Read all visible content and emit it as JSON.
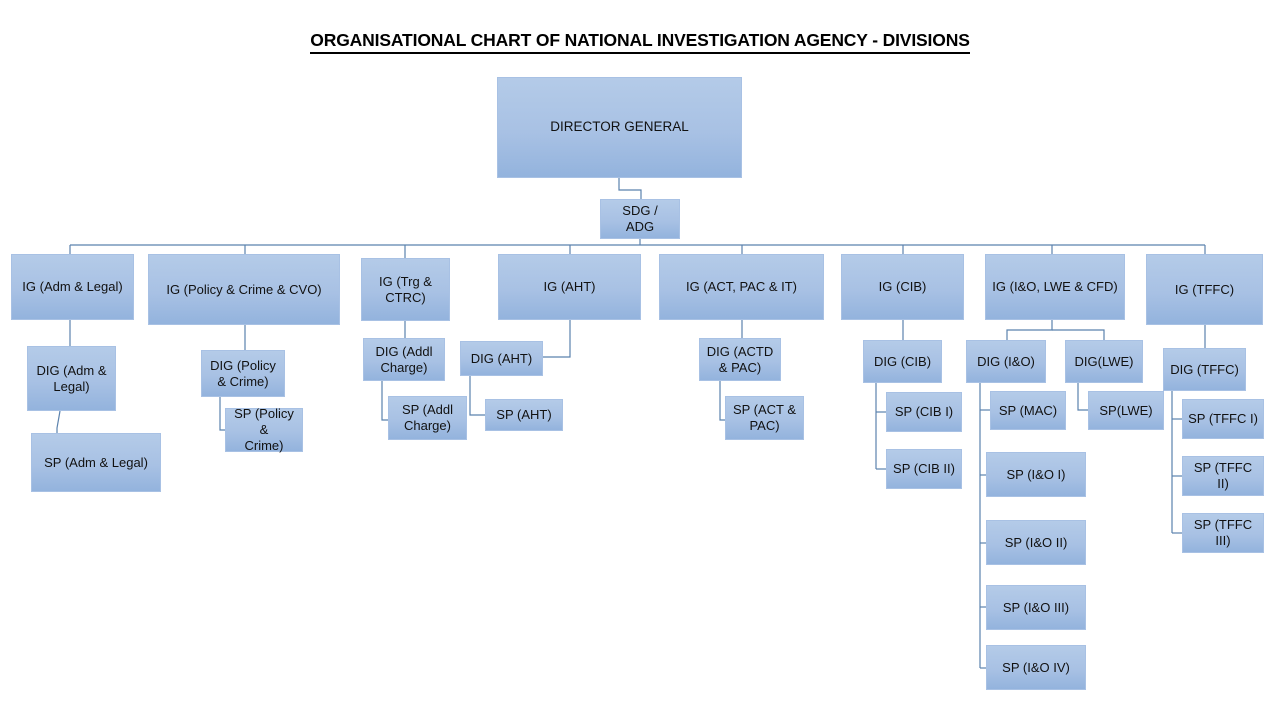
{
  "title": "ORGANISATIONAL CHART OF NATIONAL INVESTIGATION AGENCY - DIVISIONS",
  "theme": {
    "box_fill_top": "#b4cbe8",
    "box_fill_bottom": "#93b3dd",
    "connector_color": "#5b82ad",
    "text_color": "#111111",
    "background": "#ffffff"
  },
  "nodes": {
    "director_general": "DIRECTOR GENERAL",
    "sdg_adg": "SDG /\nADG",
    "ig_adm_legal": "IG (Adm & Legal)",
    "dig_adm_legal": "DIG (Adm &\nLegal)",
    "sp_adm_legal": "SP (Adm & Legal)",
    "ig_policy_crime_cvo": "IG (Policy & Crime & CVO)",
    "dig_policy_crime": "DIG (Policy\n& Crime)",
    "sp_policy_crime": "SP (Policy &\nCrime)",
    "ig_trg_ctrc": "IG (Trg &\nCTRC)",
    "dig_addl_charge": "DIG (Addl\nCharge)",
    "sp_addl_charge": "SP (Addl\nCharge)",
    "ig_aht": "IG (AHT)",
    "dig_aht": "DIG (AHT)",
    "sp_aht": "SP (AHT)",
    "ig_act_pac_it": "IG (ACT, PAC & IT)",
    "dig_actd_pac": "DIG (ACTD\n& PAC)",
    "sp_act_pac": "SP (ACT &\nPAC)",
    "ig_cib": "IG (CIB)",
    "dig_cib": "DIG (CIB)",
    "sp_cib_1": "SP (CIB I)",
    "sp_cib_2": "SP (CIB II)",
    "ig_io_lwe_cfd": "IG (I&O, LWE & CFD)",
    "dig_io": "DIG (I&O)",
    "sp_mac": "SP (MAC)",
    "sp_io_1": "SP (I&O I)",
    "sp_io_2": "SP (I&O II)",
    "sp_io_3": "SP (I&O III)",
    "sp_io_4": "SP (I&O IV)",
    "dig_lwe": "DIG(LWE)",
    "sp_lwe": "SP(LWE)",
    "ig_tffc": "IG (TFFC)",
    "dig_tffc": "DIG (TFFC)",
    "sp_tffc_1": "SP (TFFC I)",
    "sp_tffc_2": "SP (TFFC II)",
    "sp_tffc_3": "SP (TFFC III)"
  }
}
